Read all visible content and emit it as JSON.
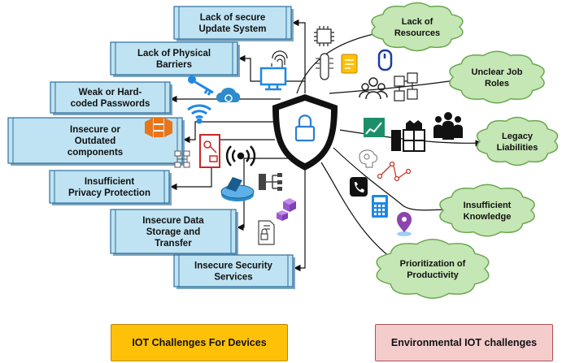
{
  "device_challenges": [
    {
      "lines": [
        "Lack of secure",
        "Update System"
      ]
    },
    {
      "lines": [
        "Lack of Physical",
        "Barriers"
      ]
    },
    {
      "lines": [
        "Weak or Hard-",
        "coded Passwords"
      ]
    },
    {
      "lines": [
        "Insecure or",
        "Outdated",
        "components"
      ]
    },
    {
      "lines": [
        "Insufficient",
        "Privacy Protection"
      ]
    },
    {
      "lines": [
        "Insecure Data",
        "Storage and",
        "Transfer"
      ]
    },
    {
      "lines": [
        "Insecure Security",
        "Services"
      ]
    }
  ],
  "environmental_challenges": [
    {
      "lines": [
        "Lack of",
        "Resources"
      ]
    },
    {
      "lines": [
        "Unclear Job",
        "Roles"
      ]
    },
    {
      "lines": [
        "Legacy",
        "Liabilities"
      ]
    },
    {
      "lines": [
        "Insufficient",
        "Knowledge"
      ]
    },
    {
      "lines": [
        "Prioritization of",
        "Productivity"
      ]
    }
  ],
  "legend": {
    "devices_label": "IOT Challenges For Devices",
    "environment_label": "Environmental IOT challenges"
  },
  "colors": {
    "box_fill": "#bfe3f2",
    "box_border": "#2e6f9e",
    "cloud_fill": "#c5e6b5",
    "cloud_border": "#6aa84f",
    "legend_devices": "#ffc107",
    "legend_environment": "#f4cccc"
  },
  "icons": [
    "shield-lock-icon",
    "chip-icon",
    "fingerprint-icon",
    "monitor-icon",
    "thermometer-icon",
    "document-icon",
    "mouse-icon",
    "team-icon",
    "cubes-icon",
    "key-icon",
    "cloud-gear-icon",
    "wifi-icon",
    "aws-icon",
    "network-icon",
    "lock-form-icon",
    "antenna-icon",
    "disk-icon",
    "server-icon",
    "blocks-icon",
    "file-lock-icon",
    "chart-icon",
    "book-icon",
    "people-icon",
    "brain-icon",
    "path-icon",
    "phone-icon",
    "calculator-icon",
    "location-icon"
  ]
}
